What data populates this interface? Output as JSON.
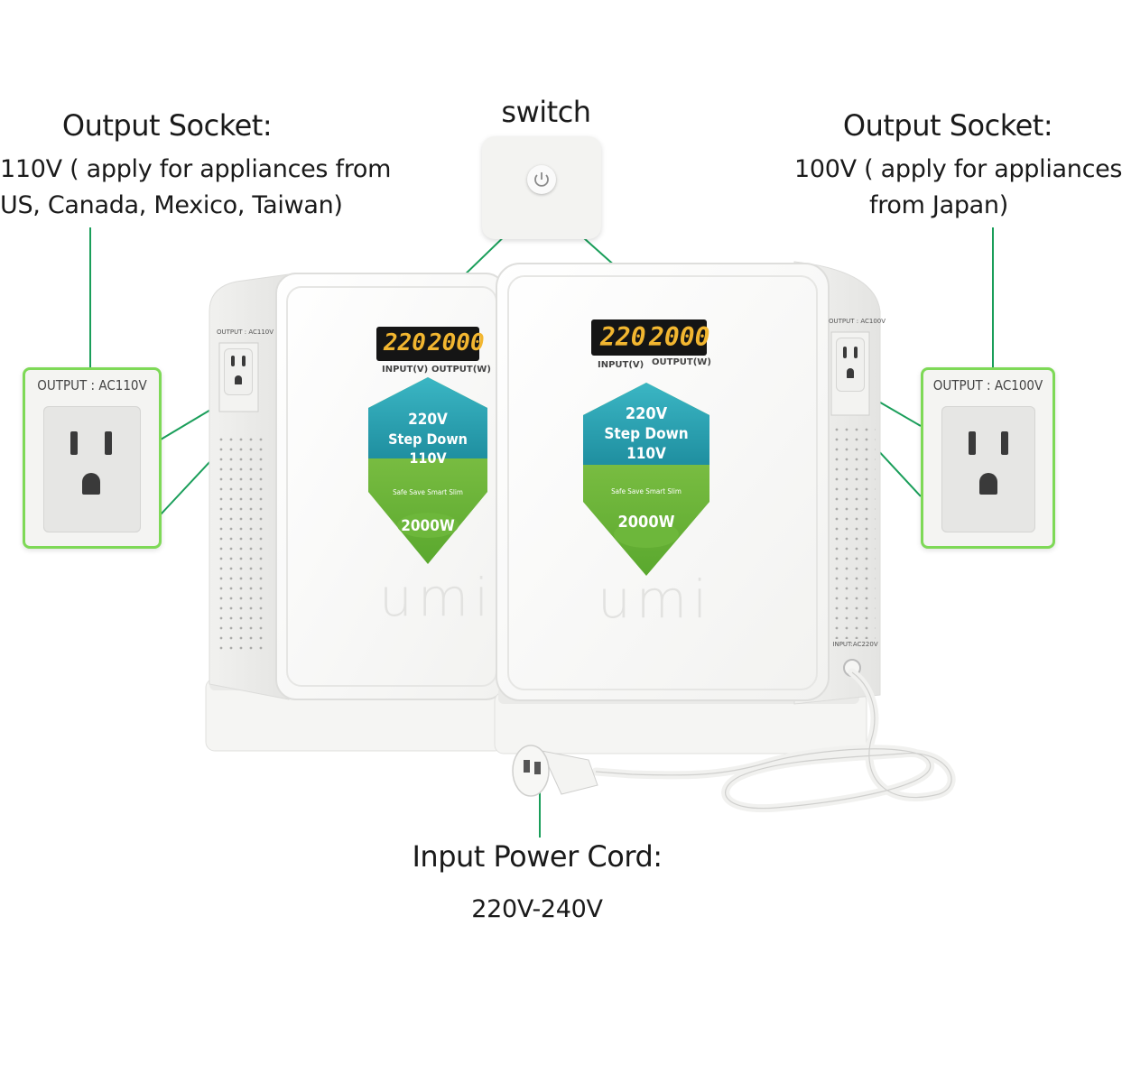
{
  "switch": {
    "label": "switch"
  },
  "left_callout": {
    "title": "Output Socket:",
    "line1": "110V ( apply for appliances from",
    "line2": "US, Canada, Mexico, Taiwan)",
    "socket_label": "OUTPUT : AC110V"
  },
  "right_callout": {
    "title": "Output Socket:",
    "line1": "100V ( apply for appliances",
    "line2": "from Japan)",
    "socket_label": "OUTPUT : AC100V"
  },
  "input": {
    "title": "Input Power Cord:",
    "value": "220V-240V"
  },
  "device_left": {
    "side_label": "OUTPUT : AC110V",
    "display_in": "220",
    "display_out": "2000",
    "caption_in": "INPUT(V)",
    "caption_out": "OUTPUT(W)",
    "badge_line1": "220V",
    "badge_line2": "Step Down",
    "badge_line3": "110V",
    "tagline": "Safe Save Smart Slim",
    "power": "2000W",
    "brand": "umi"
  },
  "device_right": {
    "side_label": "OUTPUT : AC100V",
    "display_in": "220",
    "display_out": "2000",
    "caption_in": "INPUT(V)",
    "caption_out": "OUTPUT(W)",
    "badge_line1": "220V",
    "badge_line2": "Step Down",
    "badge_line3": "110V",
    "tagline": "Safe Save Smart Slim",
    "power": "2000W",
    "brand": "umi",
    "input_label": "INPUT:AC220V"
  },
  "colors": {
    "accent": "#1a9e5a",
    "callout_border": "#7ed957",
    "lcd_digits": "#f2b630",
    "badge_teal": "#2fa8b4",
    "badge_green": "#7cc142"
  }
}
